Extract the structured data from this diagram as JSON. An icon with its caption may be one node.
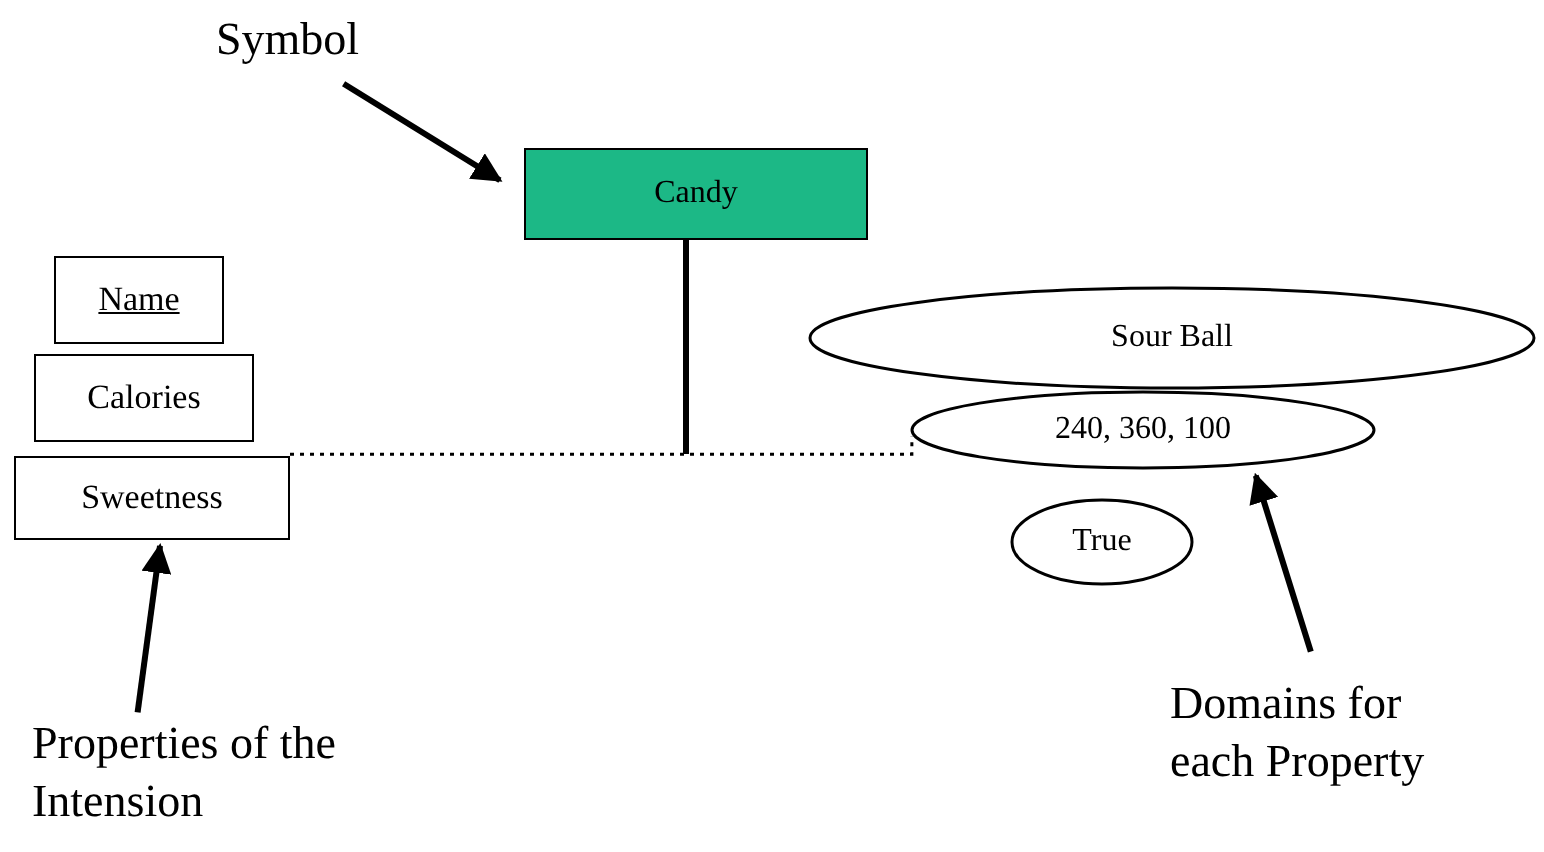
{
  "diagram": {
    "nodes": [
      {
        "text": [
          "Symbol"
        ]
      },
      {
        "text": [
          "Candy"
        ]
      },
      {
        "text": [
          "Name"
        ]
      },
      {
        "text": [
          "Calories"
        ]
      },
      {
        "text": [
          "Sweetness"
        ]
      },
      {
        "text": [
          "Sour Ball"
        ]
      },
      {
        "text": [
          "240, 360, 100"
        ]
      },
      {
        "text": [
          "True"
        ]
      },
      {
        "text": [
          "Properties of the Intension"
        ]
      },
      {
        "text": [
          "Domains for each Property"
        ]
      }
    ],
    "edges": [
      {
        "from": 0,
        "to": 1,
        "arrow": "to"
      },
      {
        "from": 1,
        "to": null,
        "arrow": "none"
      },
      {
        "from": 4,
        "to": 6,
        "arrow": "none",
        "style": "dashed"
      },
      {
        "from": 8,
        "to": 4,
        "arrow": "to"
      },
      {
        "from": 9,
        "to": 6,
        "arrow": "to"
      }
    ]
  }
}
